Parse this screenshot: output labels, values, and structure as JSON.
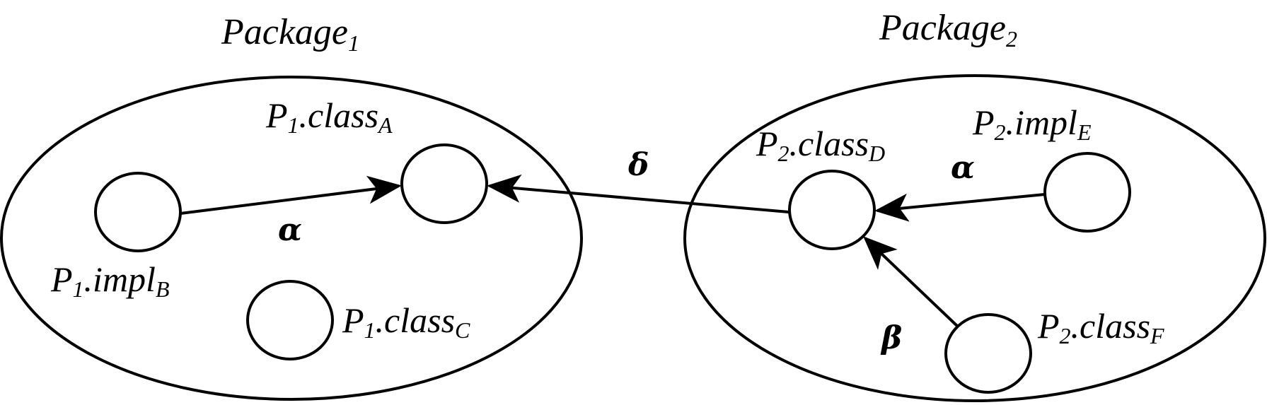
{
  "packages": [
    {
      "id": "pkg1",
      "name": "Package",
      "sub": "1"
    },
    {
      "id": "pkg2",
      "name": "Package",
      "sub": "2"
    }
  ],
  "nodes": [
    {
      "id": "classA",
      "prefix": "P",
      "prefix_sub": "1",
      "name": ".class",
      "sub": "A"
    },
    {
      "id": "implB",
      "prefix": "P",
      "prefix_sub": "1",
      "name": ".impl",
      "sub": "B"
    },
    {
      "id": "classC",
      "prefix": "P",
      "prefix_sub": "1",
      "name": ".class",
      "sub": "C"
    },
    {
      "id": "classD",
      "prefix": "P",
      "prefix_sub": "2",
      "name": ".class",
      "sub": "D"
    },
    {
      "id": "implE",
      "prefix": "P",
      "prefix_sub": "2",
      "name": ".impl",
      "sub": "E"
    },
    {
      "id": "classF",
      "prefix": "P",
      "prefix_sub": "2",
      "name": ".class",
      "sub": "F"
    }
  ],
  "edges": [
    {
      "id": "implB-classA",
      "label": "α"
    },
    {
      "id": "classD-classA",
      "label": "δ"
    },
    {
      "id": "implE-classD",
      "label": "α"
    },
    {
      "id": "classF-classD",
      "label": "β"
    }
  ]
}
